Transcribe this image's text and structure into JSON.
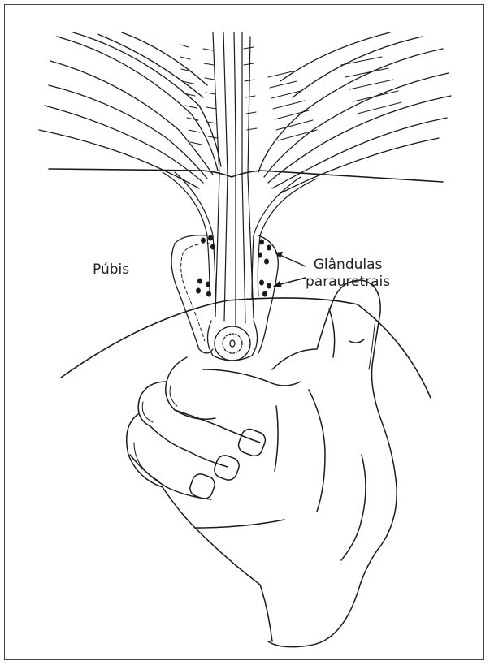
{
  "labels": {
    "pubis": "Púbis",
    "glands_line1": "Glândulas",
    "glands_line2": "parauretrais"
  },
  "colors": {
    "ink": "#1a1a1a",
    "frame": "#444444",
    "background": "#ffffff"
  }
}
